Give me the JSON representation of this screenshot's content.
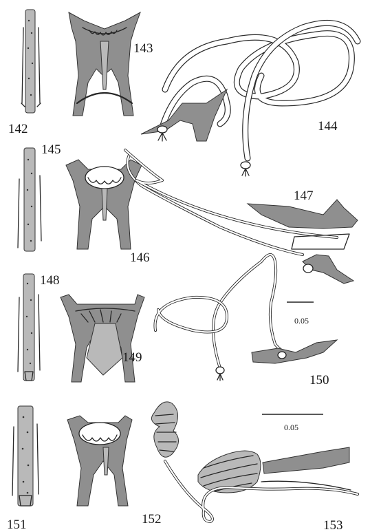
{
  "figure_labels": {
    "f142": "142",
    "f143": "143",
    "f144": "144",
    "f145": "145",
    "f146": "146",
    "f147": "147",
    "f148": "148",
    "f149": "149",
    "f150": "150",
    "f151": "151",
    "f152": "152",
    "f153": "153"
  },
  "scale_bars": {
    "upper": "0.05",
    "lower": "0.05"
  },
  "colors": {
    "ink": "#262626",
    "shade_dark": "#8f8f8f",
    "shade_light": "#b9b9b9",
    "background": "#ffffff"
  }
}
